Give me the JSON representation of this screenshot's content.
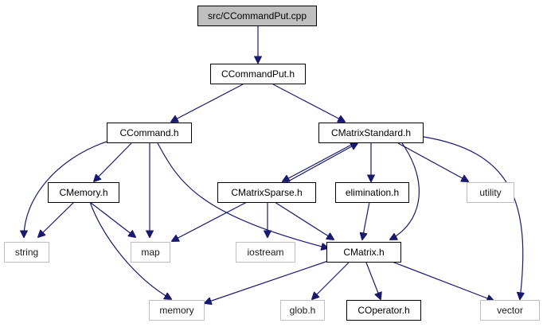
{
  "nodes": {
    "root": "src/CCommandPut.cpp",
    "ccommandput_h": "CCommandPut.h",
    "ccommand_h": "CCommand.h",
    "cmatrixstandard_h": "CMatrixStandard.h",
    "cmemory_h": "CMemory.h",
    "cmatrixsparse_h": "CMatrixSparse.h",
    "elimination_h": "elimination.h",
    "utility": "utility",
    "string": "string",
    "map": "map",
    "iostream": "iostream",
    "cmatrix_h": "CMatrix.h",
    "memory": "memory",
    "glob_h": "glob.h",
    "coperator_h": "COperator.h",
    "vector": "vector"
  },
  "colors": {
    "edge": "#191970",
    "root_fill": "#bfbfbf",
    "system_border": "#bfbfbf",
    "header_border": "#000000"
  }
}
